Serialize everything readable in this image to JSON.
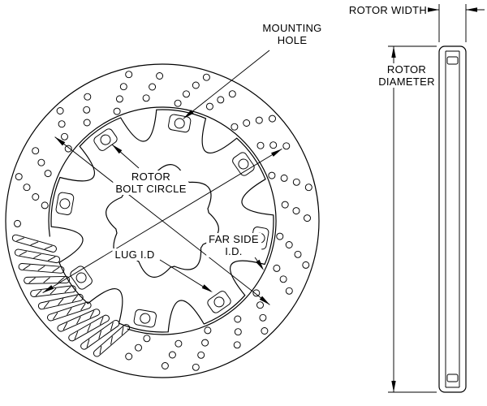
{
  "labels": {
    "rotor_width": "ROTOR WIDTH",
    "mounting_hole_line1": "MOUNTING",
    "mounting_hole_line2": "HOLE",
    "rotor_diameter_line1": "ROTOR",
    "rotor_diameter_line2": "DIAMETER",
    "rotor_bolt_circle_line1": "ROTOR",
    "rotor_bolt_circle_line2": "BOLT CIRCLE",
    "far_side_id_line1": "FAR SIDE",
    "far_side_id_line2": "I.D.",
    "lug_id": "LUG I.D"
  },
  "colors": {
    "line": "#000000",
    "background": "#ffffff"
  },
  "front_view": {
    "mounting_hole_count": 8,
    "drill_hole_rows": 24,
    "vane_slot_count": 11
  }
}
